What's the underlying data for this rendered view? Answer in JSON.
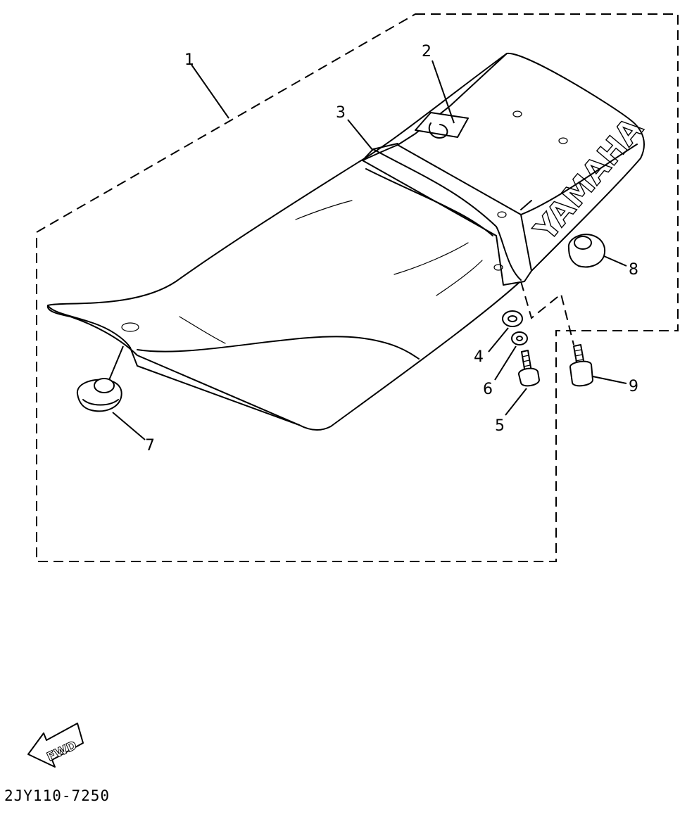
{
  "diagram": {
    "callouts": [
      {
        "id": "c1",
        "label": "1"
      },
      {
        "id": "c2",
        "label": "2"
      },
      {
        "id": "c3",
        "label": "3"
      },
      {
        "id": "c4",
        "label": "4"
      },
      {
        "id": "c5",
        "label": "5"
      },
      {
        "id": "c6",
        "label": "6"
      },
      {
        "id": "c7",
        "label": "7"
      },
      {
        "id": "c8",
        "label": "8"
      },
      {
        "id": "c9",
        "label": "9"
      }
    ],
    "brand_text": "YAMAHA",
    "fwd_label": "FWD",
    "part_code": "2JY110-7250"
  }
}
